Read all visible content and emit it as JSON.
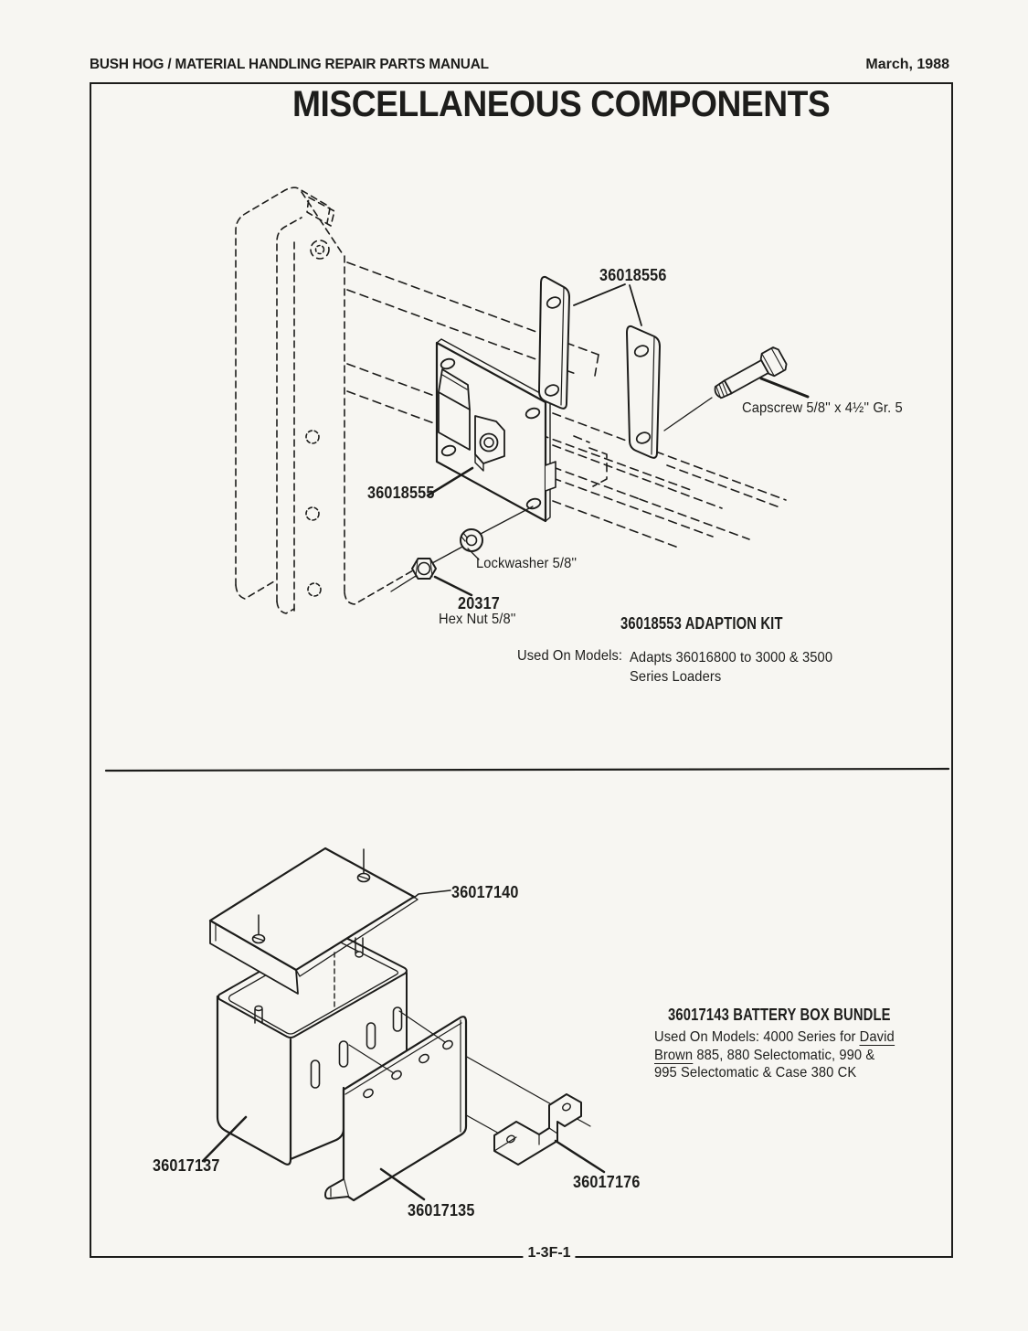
{
  "page": {
    "header": {
      "manual_title": "BUSH HOG / MATERIAL HANDLING REPAIR PARTS MANUAL",
      "date": "March, 1988"
    },
    "title": "MISCELLANEOUS COMPONENTS",
    "footer": {
      "page_number": "1-3F-1"
    }
  },
  "adaption_kit": {
    "labels": {
      "strap_part": "36018556",
      "capscrew": "Capscrew 5/8'' x 4½'' Gr. 5",
      "plate_part": "36018555",
      "lockwasher": "Lockwasher 5/8''",
      "hex_nut_number": "20317",
      "hex_nut_name": "Hex Nut 5/8''"
    },
    "kit_title": "36018553 ADAPTION KIT",
    "used_on_label": "Used On Models:",
    "used_on_line1": "Adapts 36016800 to 3000 & 3500",
    "used_on_line2": "Series Loaders"
  },
  "battery_box": {
    "labels": {
      "lid_part": "36017140",
      "box_part": "36017137",
      "plate_part": "36017135",
      "bracket_part": "36017176"
    },
    "kit_title": "36017143 BATTERY BOX BUNDLE",
    "used_on_line1_prefix": "Used On Models:  4000 Series for ",
    "used_on_line1_underlined": "David",
    "used_on_line2_underlined": "Brown",
    "used_on_line2_suffix": " 885, 880 Selectomatic, 990 &",
    "used_on_line3": "995 Selectomatic & Case 380 CK"
  }
}
